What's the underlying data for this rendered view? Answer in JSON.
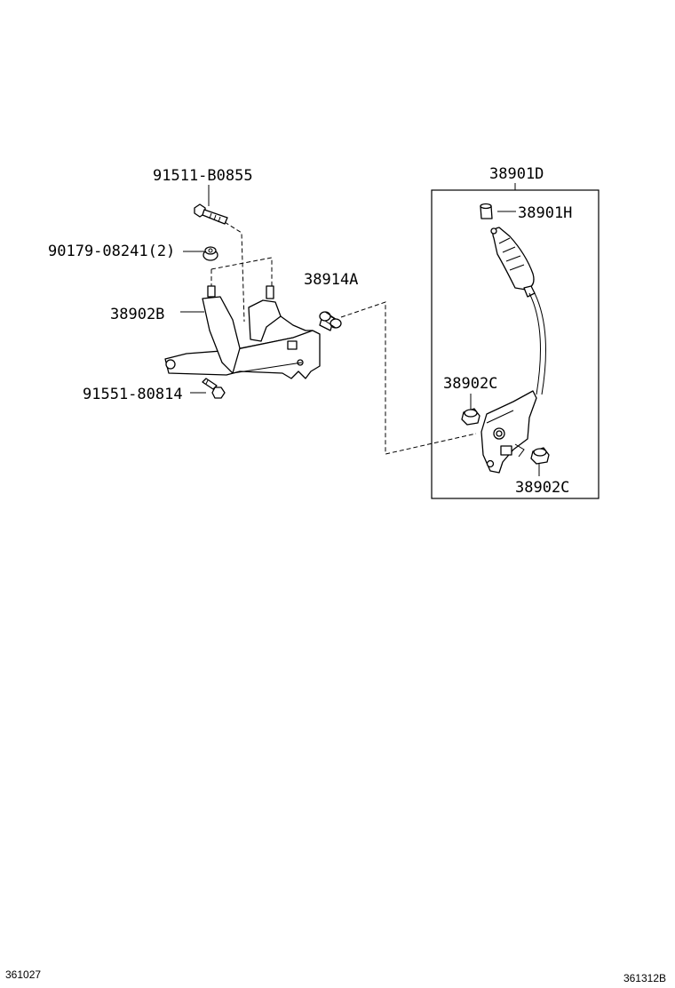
{
  "labels": {
    "bolt_upper": "91511-B0855",
    "nut": "90179-08241(2)",
    "bracket": "38902B",
    "bolt_lower": "91551-80814",
    "bushing": "38914A",
    "assembly": "38901D",
    "knob": "38901H",
    "grommet_left": "38902C",
    "grommet_right": "38902C"
  },
  "footer": {
    "left_code": "361027",
    "right_code": "361312B"
  }
}
